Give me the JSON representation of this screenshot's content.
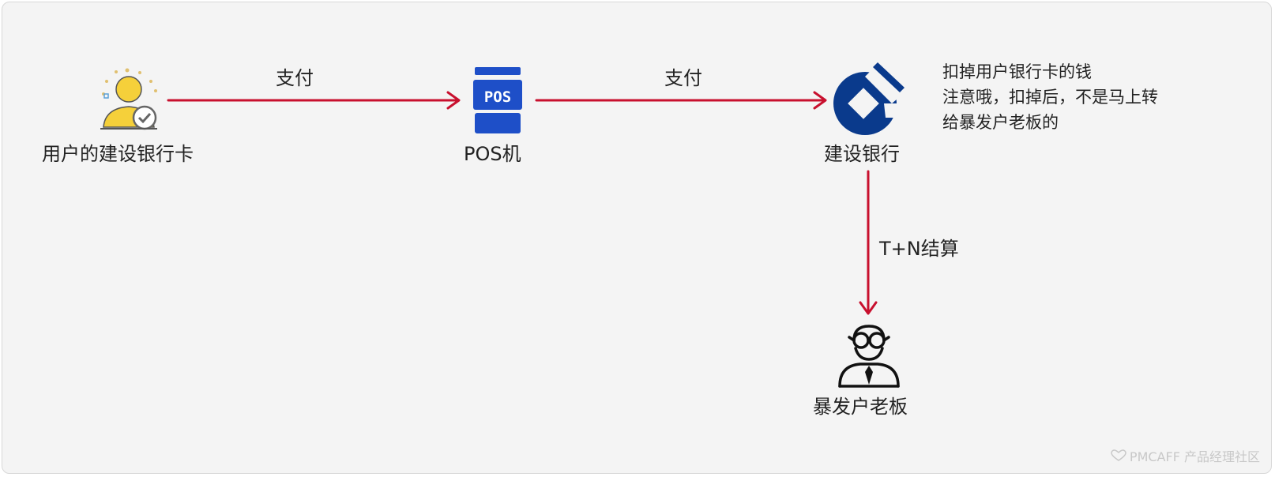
{
  "nodes": {
    "user": {
      "label": "用户的建设银行卡"
    },
    "pos": {
      "label": "POS机",
      "icon_text": "POS"
    },
    "bank": {
      "label": "建设银行"
    },
    "boss": {
      "label": "暴发户老板"
    }
  },
  "edges": {
    "user_to_pos": {
      "label": "支付"
    },
    "pos_to_bank": {
      "label": "支付"
    },
    "bank_to_boss": {
      "label": "T+N结算"
    }
  },
  "note": {
    "lines": [
      "扣掉用户银行卡的钱",
      "注意哦，扣掉后，不是马上转",
      "给暴发户老板的"
    ]
  },
  "watermark": {
    "text": "PMCAFF 产品经理社区"
  },
  "colors": {
    "arrow": "#c8102e",
    "pos_blue": "#1e4fc8",
    "bank_blue": "#0a3a8c",
    "user_yellow": "#f5d03a",
    "canvas_bg": "#f4f4f4"
  }
}
